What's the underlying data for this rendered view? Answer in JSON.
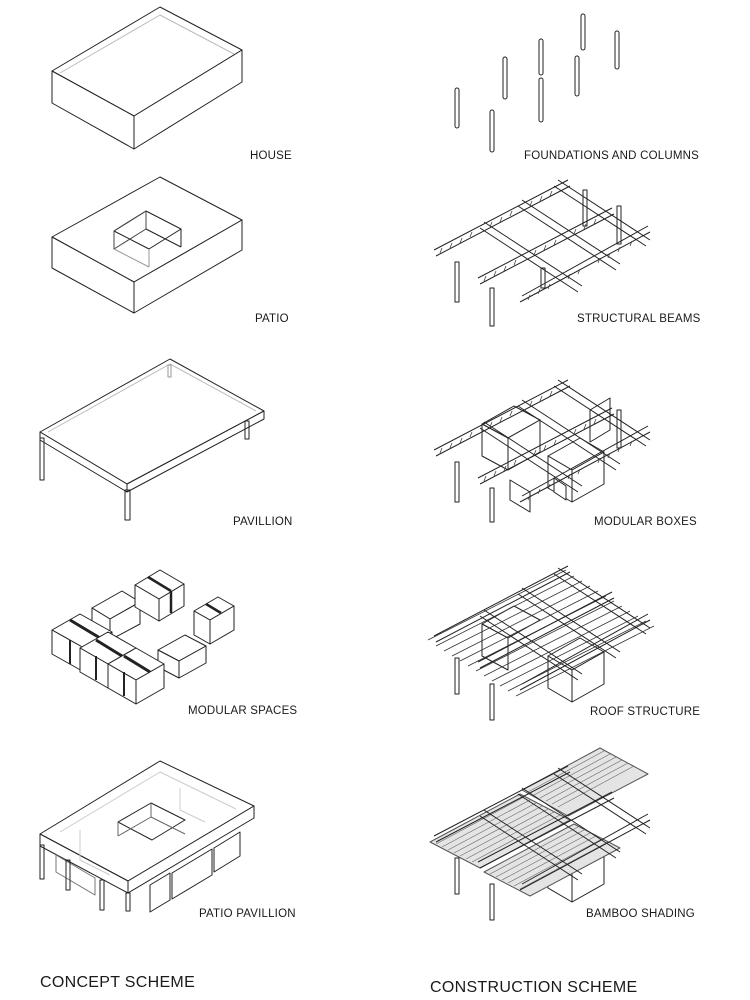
{
  "concept": {
    "heading": "CONCEPT SCHEME",
    "items": [
      {
        "label": "HOUSE"
      },
      {
        "label": "PATIO"
      },
      {
        "label": "PAVILLION"
      },
      {
        "label": "MODULAR SPACES"
      },
      {
        "label": "PATIO PAVILLION"
      }
    ]
  },
  "construction": {
    "heading": "CONSTRUCTION SCHEME",
    "items": [
      {
        "label": "FOUNDATIONS AND COLUMNS"
      },
      {
        "label": "STRUCTURAL BEAMS"
      },
      {
        "label": "MODULAR BOXES"
      },
      {
        "label": "ROOF STRUCTURE"
      },
      {
        "label": "BAMBOO SHADING"
      }
    ]
  }
}
